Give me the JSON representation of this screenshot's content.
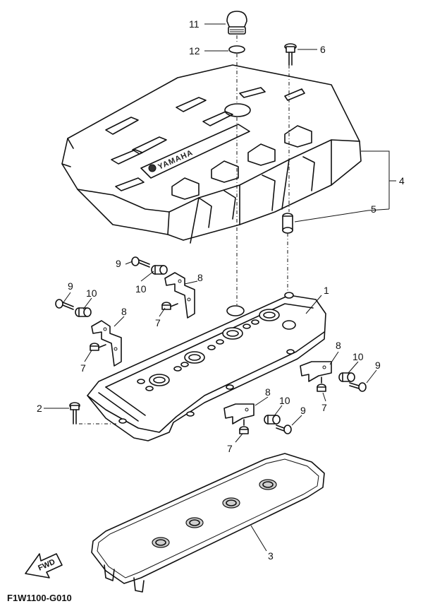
{
  "diagram": {
    "drawing_code": "F1W1100-G010",
    "brand_stamp": "YAMAHA",
    "direction_label": "FWD",
    "callouts": [
      "1",
      "2",
      "3",
      "4",
      "5",
      "6",
      "7",
      "7",
      "7",
      "7",
      "8",
      "8",
      "8",
      "8",
      "9",
      "9",
      "9",
      "9",
      "10",
      "10",
      "10",
      "10",
      "11",
      "12"
    ]
  }
}
